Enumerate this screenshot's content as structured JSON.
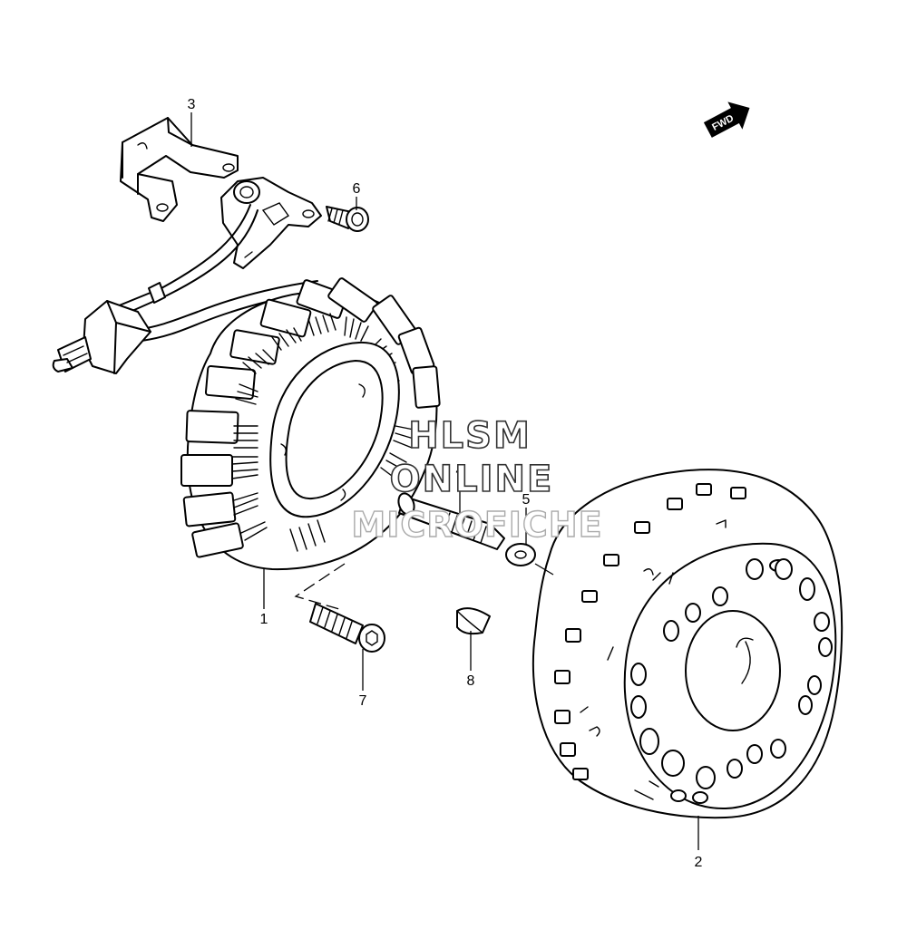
{
  "callouts": {
    "p1": "1",
    "p2": "2",
    "p3": "3",
    "p4": "4",
    "p5": "5",
    "p6": "6",
    "p7": "7",
    "p8": "8"
  },
  "fwd_label": "FWD",
  "watermark": {
    "line1": "HLSM",
    "line2": "ONLINE",
    "line3": "MICROFICHE"
  },
  "colors": {
    "line": "#000000",
    "background": "#ffffff"
  }
}
